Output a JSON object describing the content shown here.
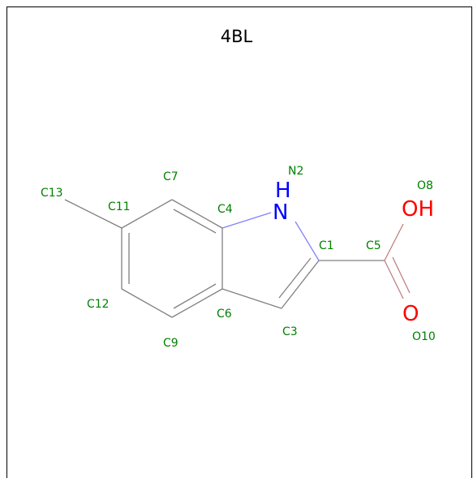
{
  "title": "4BL",
  "colors": {
    "frame": "#000000",
    "bond": "#808080",
    "carbon_label": "#008000",
    "nitrogen": "#0000ff",
    "oxygen": "#ff0000"
  },
  "heteroatoms": [
    {
      "id": "N2",
      "symbol": "N",
      "hydrogen": "H"
    },
    {
      "id": "O8",
      "symbol": "OH"
    },
    {
      "id": "O10",
      "symbol": "O"
    }
  ],
  "atom_labels": [
    "C13",
    "C7",
    "N2",
    "O8",
    "C11",
    "C4",
    "C1",
    "C5",
    "C12",
    "C6",
    "C3",
    "C9",
    "O10"
  ]
}
